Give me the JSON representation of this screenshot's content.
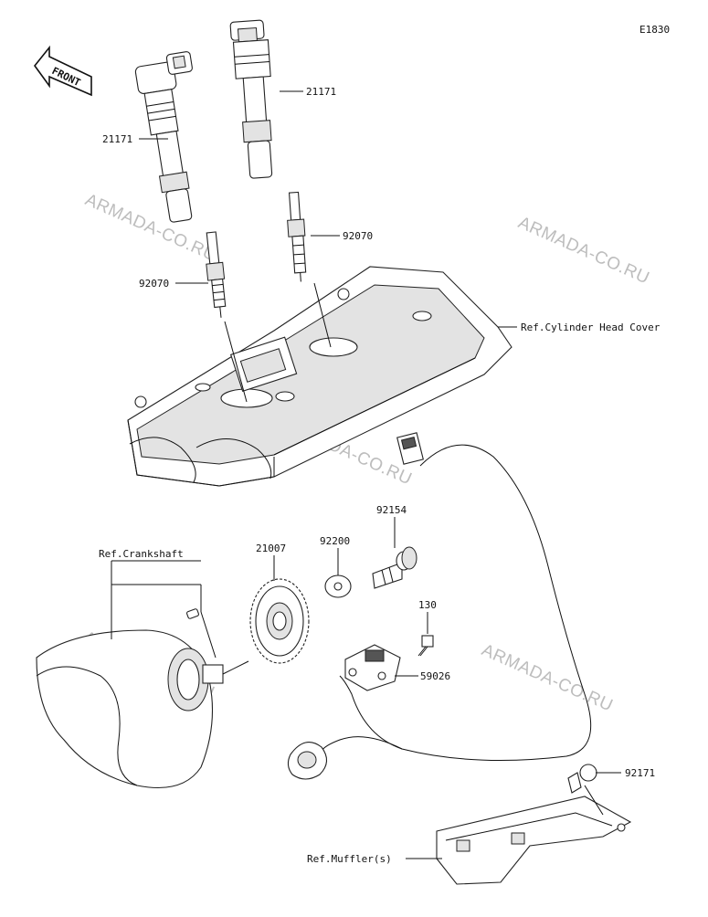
{
  "diagram_code": "E1830",
  "front_label": "FRONT",
  "watermark_text": "ARMADA-CO.RU",
  "callouts": {
    "coil_left": "21171",
    "coil_right": "21171",
    "plug_left": "92070",
    "plug_right": "92070",
    "cylinder_head_cover": "Ref.Cylinder Head Cover",
    "crankshaft": "Ref.Crankshaft",
    "timing_rotor": "21007",
    "washer": "92200",
    "bolt_rotor": "92154",
    "bolt_sensor": "130",
    "crank_sensor": "59026",
    "clamp": "92171",
    "muffler": "Ref.Muffler(s)"
  },
  "colors": {
    "line": "#111111",
    "watermark": "#bdbdbd",
    "shade": "#e3e3e3"
  }
}
